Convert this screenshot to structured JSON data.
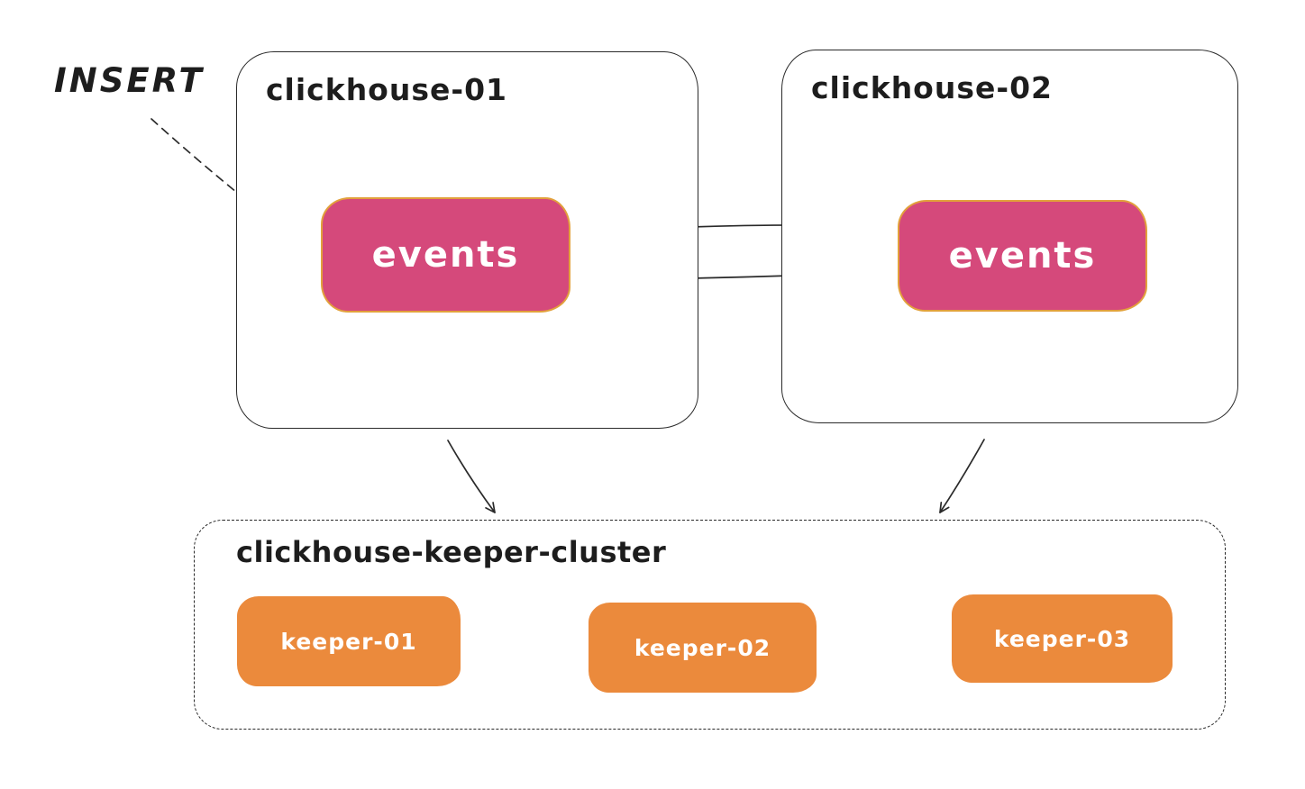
{
  "diagram": {
    "insert_label": "INSERT",
    "servers": [
      {
        "title": "clickhouse-01",
        "table": "events"
      },
      {
        "title": "clickhouse-02",
        "table": "events"
      }
    ],
    "keeper_cluster": {
      "title": "clickhouse-keeper-cluster",
      "keepers": [
        "keeper-01",
        "keeper-02",
        "keeper-03"
      ]
    },
    "colors": {
      "table_fill": "#d5497b",
      "table_stroke": "#e2a13c",
      "keeper_fill": "#eb8a3c",
      "stroke": "#2a2a2a",
      "text_light": "#ffffff"
    }
  }
}
